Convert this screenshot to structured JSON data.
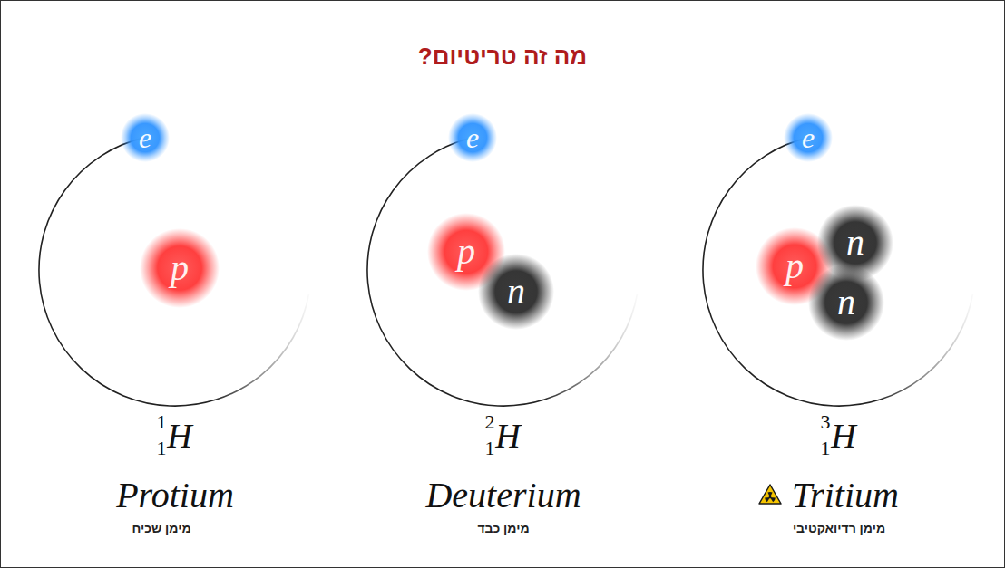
{
  "diagram": {
    "title": "מה זה טריטיום?",
    "nodes": [
      {
        "text": [
          "e"
        ]
      },
      {
        "text": [
          "p"
        ]
      },
      {
        "text": [
          "e"
        ]
      },
      {
        "text": [
          "p"
        ]
      },
      {
        "text": [
          "n"
        ]
      },
      {
        "text": [
          "e"
        ]
      },
      {
        "text": [
          "p"
        ]
      },
      {
        "text": [
          "n"
        ]
      },
      {
        "text": [
          "n"
        ]
      }
    ],
    "labels": [
      "1",
      "1",
      "H",
      "Protium",
      "מימן שכיח",
      "2",
      "1",
      "H",
      "Deuterium",
      "מימן כבד",
      "3",
      "1",
      "H",
      "Tritium",
      "מימן רדיואקטיבי"
    ]
  }
}
